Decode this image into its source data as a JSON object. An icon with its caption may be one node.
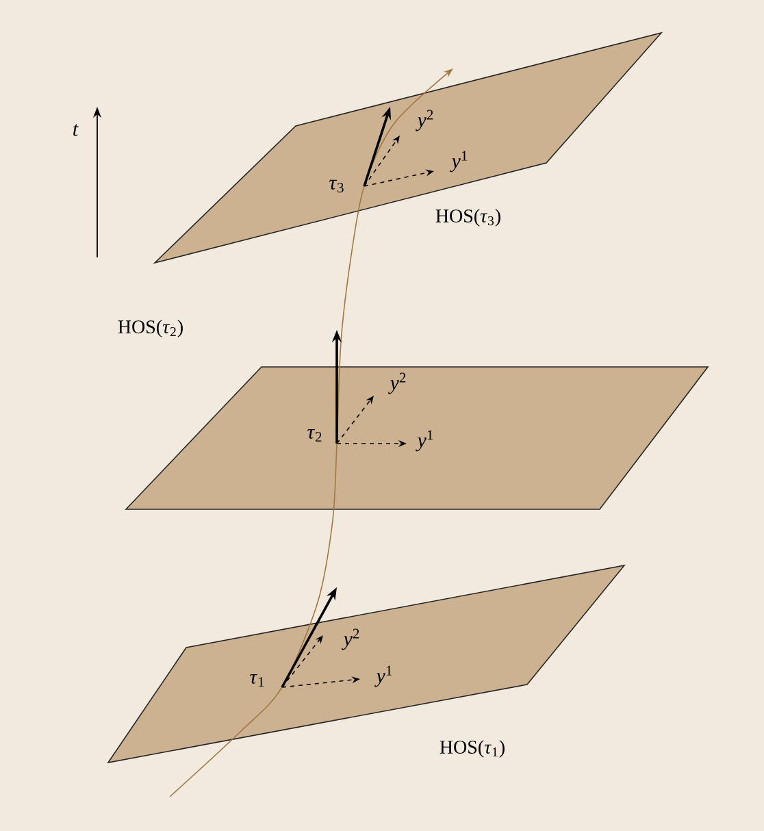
{
  "diagram": {
    "nodes": [
      {
        "text": [
          "HOS(*τ*$_{3}$)"
        ]
      },
      {
        "text": [
          "HOS(*τ*$_{2}$)"
        ]
      },
      {
        "text": [
          "HOS(*τ*$_{1}$)"
        ]
      }
    ],
    "labels": [
      "t",
      "*y*$^{2}$",
      "*y*$^{1}$",
      "*τ*$_{3}$",
      "*y*$^{2}$",
      "*y*$^{1}$",
      "*τ*$_{2}$",
      "*y*$^{2}$",
      "*y*$^{1}$",
      "*τ*$_{1}$"
    ]
  }
}
